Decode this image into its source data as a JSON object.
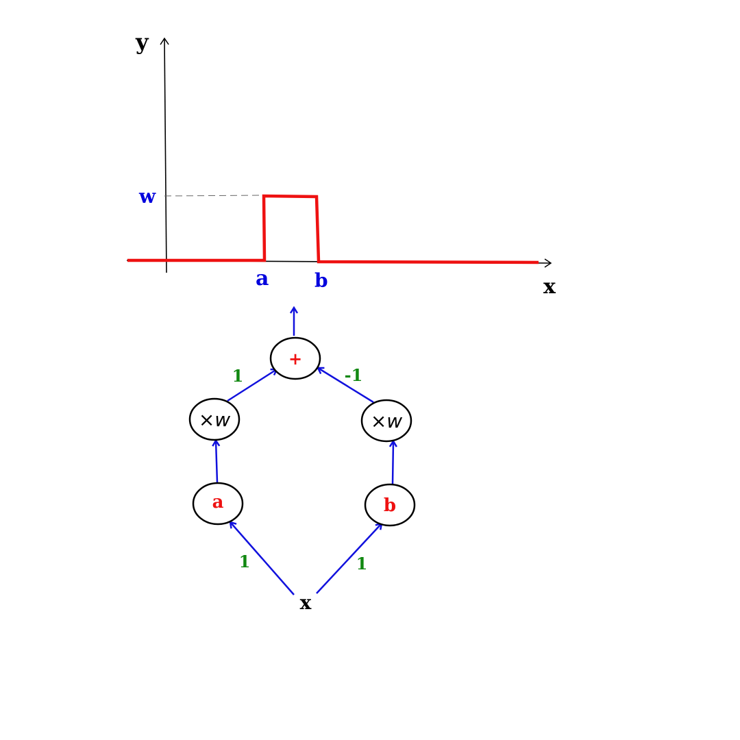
{
  "graph": {
    "y_axis_label": "y",
    "x_axis_label": "x",
    "level_label": "w",
    "tick_a": "a",
    "tick_b": "b"
  },
  "network": {
    "sum_node": "+",
    "left_mul_node": "×w",
    "right_mul_node": "×w",
    "node_a": "a",
    "node_b": "b",
    "input": "x",
    "weight_left_top": "1",
    "weight_right_top": "-1",
    "weight_left_bottom": "1",
    "weight_right_bottom": "1"
  },
  "colors": {
    "pulse": "#ee1111",
    "axis": "#000000",
    "label_blue": "#0000dd",
    "node_text": "#ee1111",
    "weight_green": "#118811",
    "edge_blue": "#1111dd"
  }
}
